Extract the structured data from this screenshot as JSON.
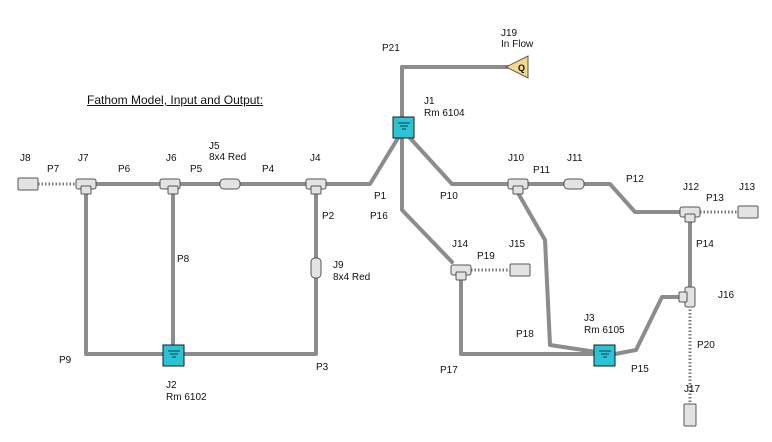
{
  "title": "Fathom Model, Input and Output:",
  "colors": {
    "pipe": "#8c8c8c",
    "pipe_dark": "#7a7a7a",
    "fitting_fill": "#e3e3e3",
    "fitting_stroke": "#555555",
    "tank_fill": "#29c4d6",
    "tank_stroke": "#1a1a1a",
    "flow_fill": "#f5d98a",
    "text": "#111111"
  },
  "labels": {
    "J19": "J19",
    "J19_sub": "In Flow",
    "J19_symbol": "Q",
    "P21": "P21",
    "J1": "J1",
    "J1_sub": "Rm 6104",
    "J8": "J8",
    "P7": "P7",
    "J7": "J7",
    "P6": "P6",
    "J6": "J6",
    "J5": "J5",
    "J5_sub": "8x4 Red",
    "P5": "P5",
    "P4": "P4",
    "J4": "J4",
    "P1": "P1",
    "P2": "P2",
    "P16": "P16",
    "P10": "P10",
    "J10": "J10",
    "P11": "P11",
    "J11": "J11",
    "P12": "P12",
    "J12": "J12",
    "P13": "P13",
    "J13": "J13",
    "P14": "P14",
    "J14": "J14",
    "P19": "P19",
    "J15": "J15",
    "J9": "J9",
    "J9_sub": "8x4 Red",
    "P8": "P8",
    "J16": "J16",
    "P20": "P20",
    "J3": "J3",
    "J3_sub": "Rm 6105",
    "P18": "P18",
    "P9": "P9",
    "P3": "P3",
    "P17": "P17",
    "P15": "P15",
    "J2": "J2",
    "J2_sub": "Rm 6102",
    "J17": "J17"
  }
}
